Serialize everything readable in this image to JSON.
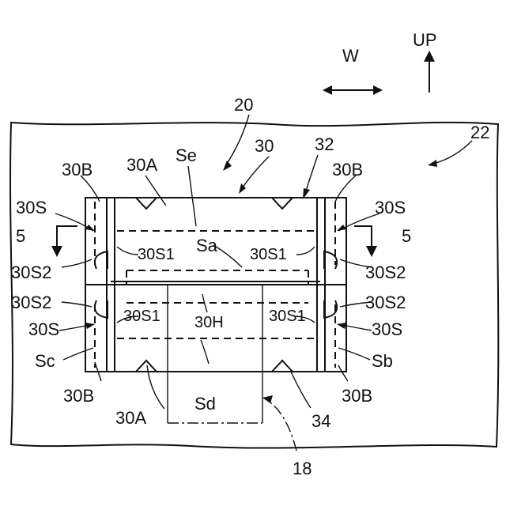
{
  "direction": {
    "up_label": "UP",
    "width_label": "W"
  },
  "labels": {
    "assembly": "20",
    "connector": "30",
    "frame": "22",
    "side_top": "32",
    "side_bottom": "34",
    "cable": "18",
    "section": "5",
    "top_face": "30A",
    "bottom_face": "30A",
    "end_wall": "30B",
    "slit": "30S",
    "slit_s1": "30S1",
    "slit_s2": "30S2",
    "hinge": "30H",
    "se": "Se",
    "sa": "Sa",
    "sb": "Sb",
    "sc": "Sc",
    "sd": "Sd"
  }
}
